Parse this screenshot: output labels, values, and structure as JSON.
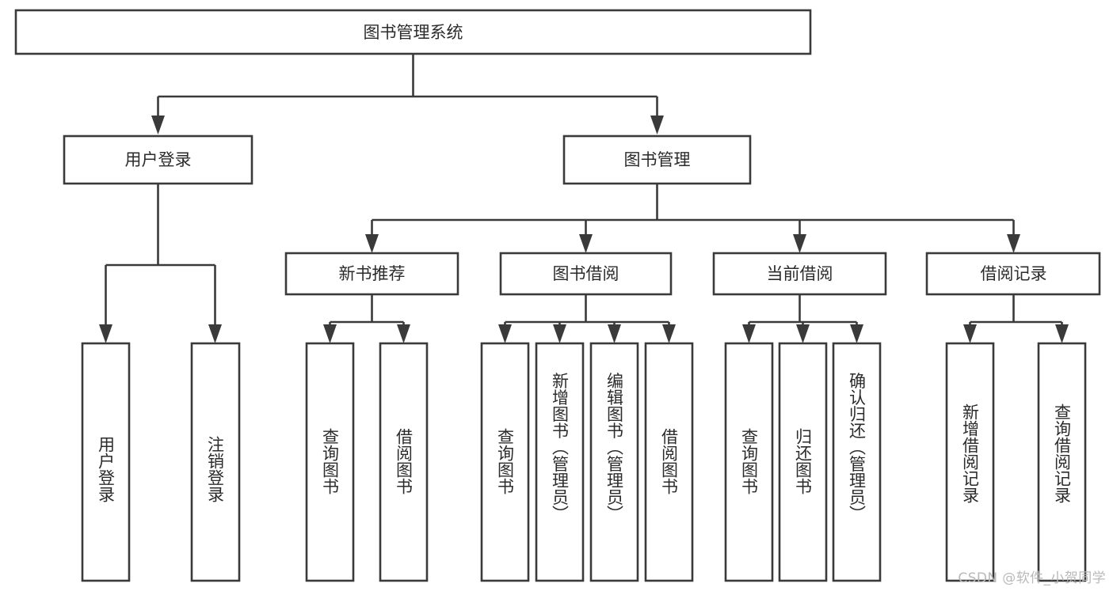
{
  "diagram": {
    "title": "图书管理系统",
    "watermark": "CSDN @软件_小贺同学"
  },
  "nodes": {
    "root": {
      "label": "图书管理系统"
    },
    "level1": [
      {
        "label": "用户登录"
      },
      {
        "label": "图书管理"
      }
    ],
    "level2": [
      {
        "label": "新书推荐"
      },
      {
        "label": "图书借阅"
      },
      {
        "label": "当前借阅"
      },
      {
        "label": "借阅记录"
      }
    ],
    "leaves": {
      "user_login": [
        {
          "label": "用户登录"
        },
        {
          "label": "注销登录"
        }
      ],
      "new_book_recommend": [
        {
          "label": "查询图书"
        },
        {
          "label": "借阅图书"
        }
      ],
      "book_borrow": [
        {
          "label": "查询图书"
        },
        {
          "label": "新增图书（管理员）"
        },
        {
          "label": "编辑图书（管理员）"
        },
        {
          "label": "借阅图书"
        }
      ],
      "current_borrow": [
        {
          "label": "查询图书"
        },
        {
          "label": "归还图书"
        },
        {
          "label": "确认归还（管理员）"
        }
      ],
      "borrow_record": [
        {
          "label": "新增借阅记录"
        },
        {
          "label": "查询借阅记录"
        }
      ]
    }
  },
  "chart_data": {
    "type": "diagram",
    "title": "图书管理系统",
    "structure": "tree",
    "tree": {
      "name": "图书管理系统",
      "children": [
        {
          "name": "用户登录",
          "children": [
            {
              "name": "用户登录"
            },
            {
              "name": "注销登录"
            }
          ]
        },
        {
          "name": "图书管理",
          "children": [
            {
              "name": "新书推荐",
              "children": [
                {
                  "name": "查询图书"
                },
                {
                  "name": "借阅图书"
                }
              ]
            },
            {
              "name": "图书借阅",
              "children": [
                {
                  "name": "查询图书"
                },
                {
                  "name": "新增图书（管理员）"
                },
                {
                  "name": "编辑图书（管理员）"
                },
                {
                  "name": "借阅图书"
                }
              ]
            },
            {
              "name": "当前借阅",
              "children": [
                {
                  "name": "查询图书"
                },
                {
                  "name": "归还图书"
                },
                {
                  "name": "确认归还（管理员）"
                }
              ]
            },
            {
              "name": "借阅记录",
              "children": [
                {
                  "name": "新增借阅记录"
                },
                {
                  "name": "查询借阅记录"
                }
              ]
            }
          ]
        }
      ]
    },
    "colors": {
      "box_stroke": "#3a3a3a",
      "box_fill": "#ffffff",
      "text": "#2b2b2b",
      "background": "#ffffff",
      "watermark": "#b9b9b9"
    }
  }
}
